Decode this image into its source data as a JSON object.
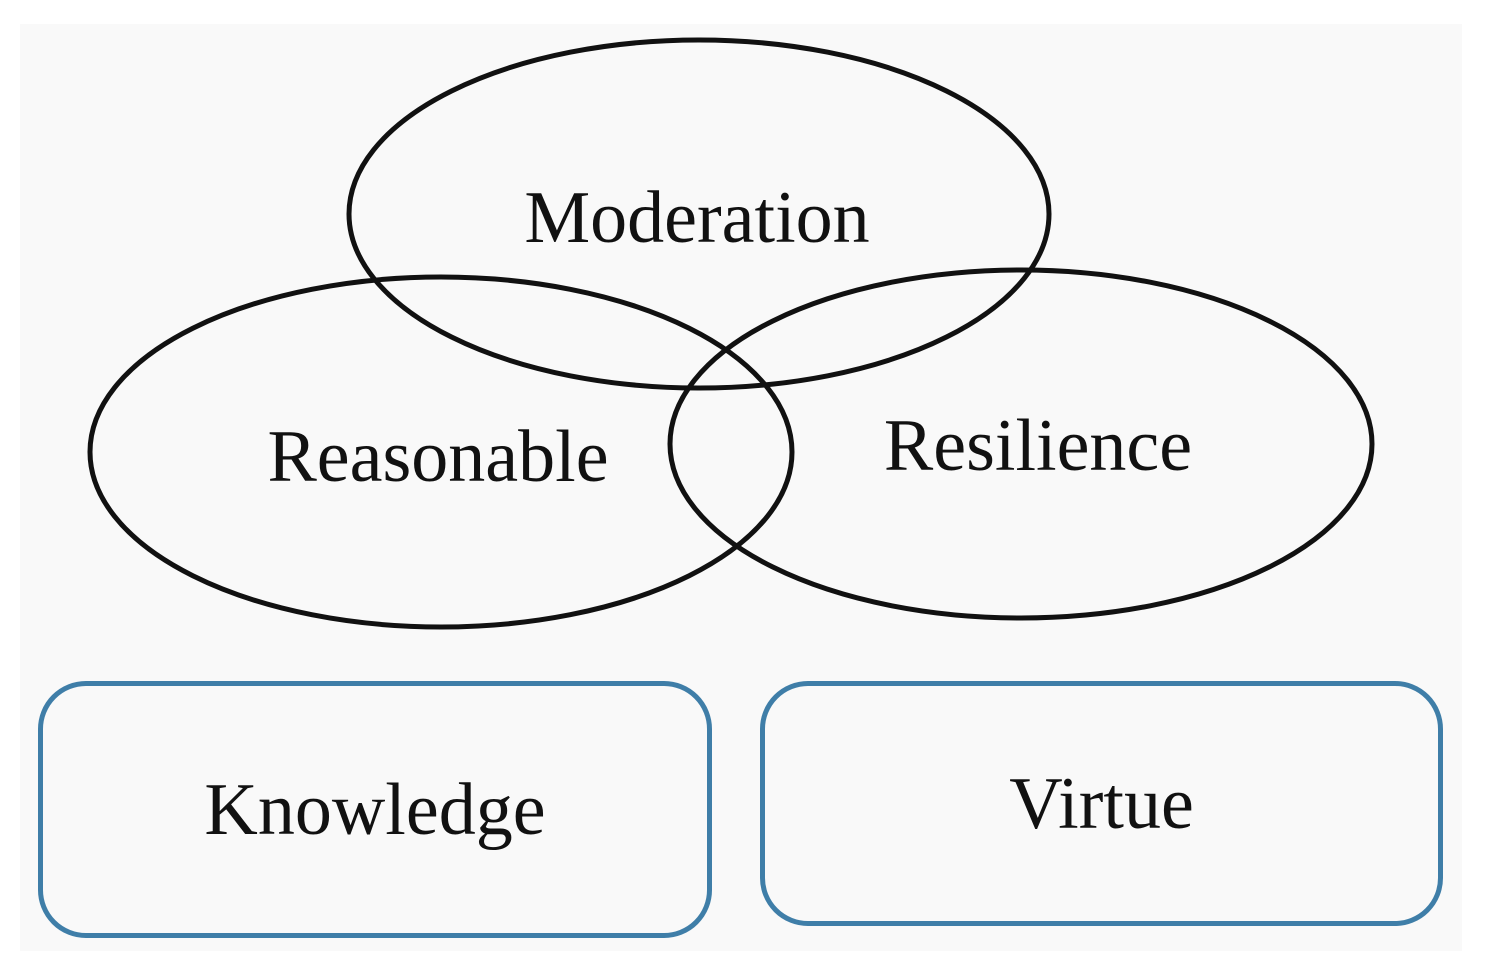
{
  "diagram": {
    "circles": [
      {
        "id": "moderation",
        "label": "Moderation"
      },
      {
        "id": "reasonable",
        "label": "Reasonable"
      },
      {
        "id": "resilience",
        "label": "Resilience"
      }
    ],
    "boxes": [
      {
        "id": "knowledge",
        "label": "Knowledge"
      },
      {
        "id": "virtue",
        "label": "Virtue"
      }
    ],
    "colors": {
      "outline": "#111111",
      "box_border": "#3f7ea8",
      "background": "#f9f9f9"
    }
  }
}
